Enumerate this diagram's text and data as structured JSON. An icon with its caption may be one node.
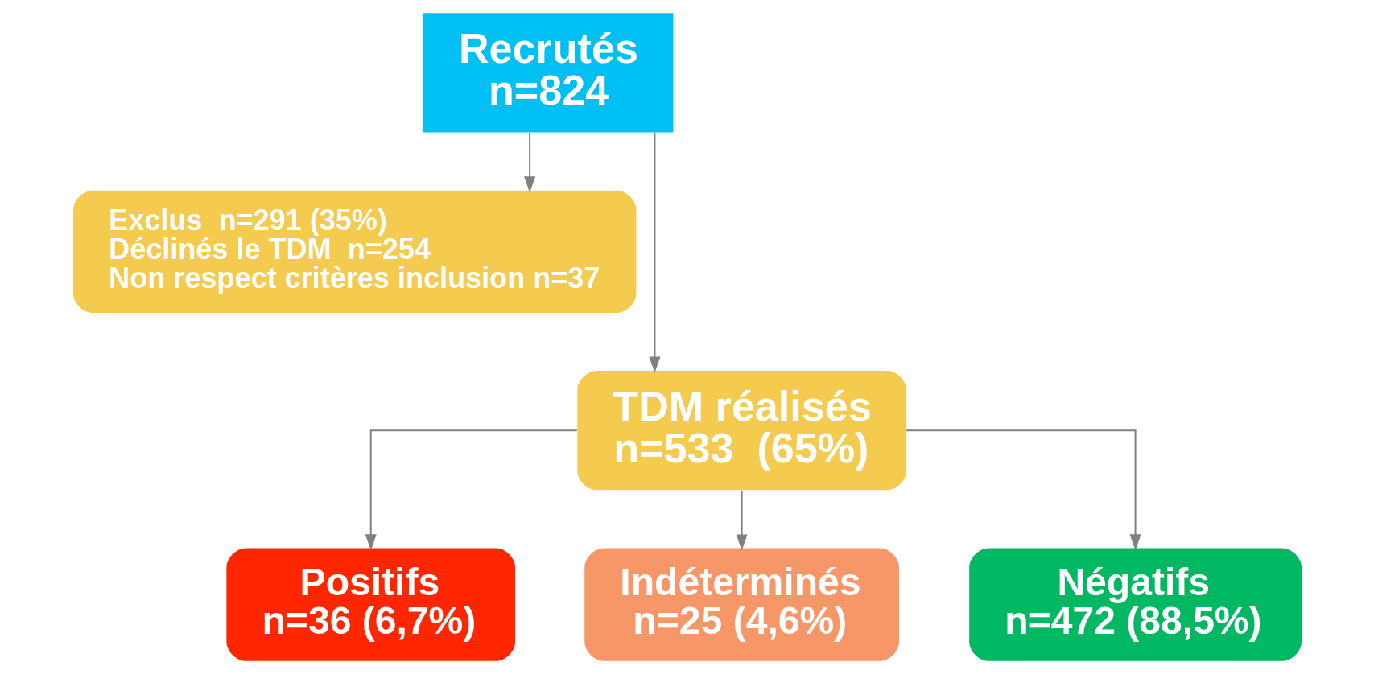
{
  "diagram": {
    "nodes": [
      {
        "text": [
          "Recrutés",
          "n=824"
        ]
      },
      {
        "text": [
          "Exclus  n=291 (35%)",
          "Déclinés le TDM  n=254",
          "Non respect critères inclusion n=37"
        ]
      },
      {
        "text": [
          "TDM réalisés",
          "n=533  (65%)"
        ]
      },
      {
        "text": [
          "Positifs",
          "n=36 (6,7%)"
        ]
      },
      {
        "text": [
          "Indéterminés",
          "n=25 (4,6%)"
        ]
      },
      {
        "text": [
          "Négatifs",
          "n=472 (88,5%)"
        ]
      }
    ],
    "edges": [
      {
        "from": 0,
        "to": 1,
        "arrow": "to"
      },
      {
        "from": 0,
        "to": 2,
        "arrow": "to"
      },
      {
        "from": 2,
        "to": 3,
        "arrow": "to"
      },
      {
        "from": 2,
        "to": 4,
        "arrow": "to"
      },
      {
        "from": 2,
        "to": 5,
        "arrow": "to"
      }
    ]
  }
}
